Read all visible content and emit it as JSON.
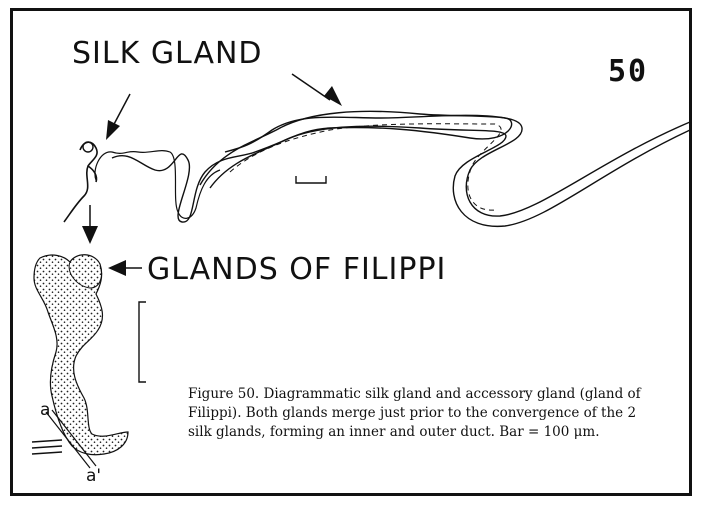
{
  "figure": {
    "number": "50",
    "labels": {
      "silk_gland": "SILK GLAND",
      "glands_of_filippi": "GLANDS OF FILIPPI",
      "section_a": "a",
      "section_a_prime": "a'"
    },
    "caption": {
      "label": "Figure 50.",
      "text": "Diagrammatic silk gland and accessory gland (gland of Filippi). Both glands merge just prior to the convergence of the 2 silk glands, forming an inner and outer duct. Bar = 100 μm."
    }
  },
  "colors": {
    "ink": "#111111",
    "background": "#ffffff"
  }
}
